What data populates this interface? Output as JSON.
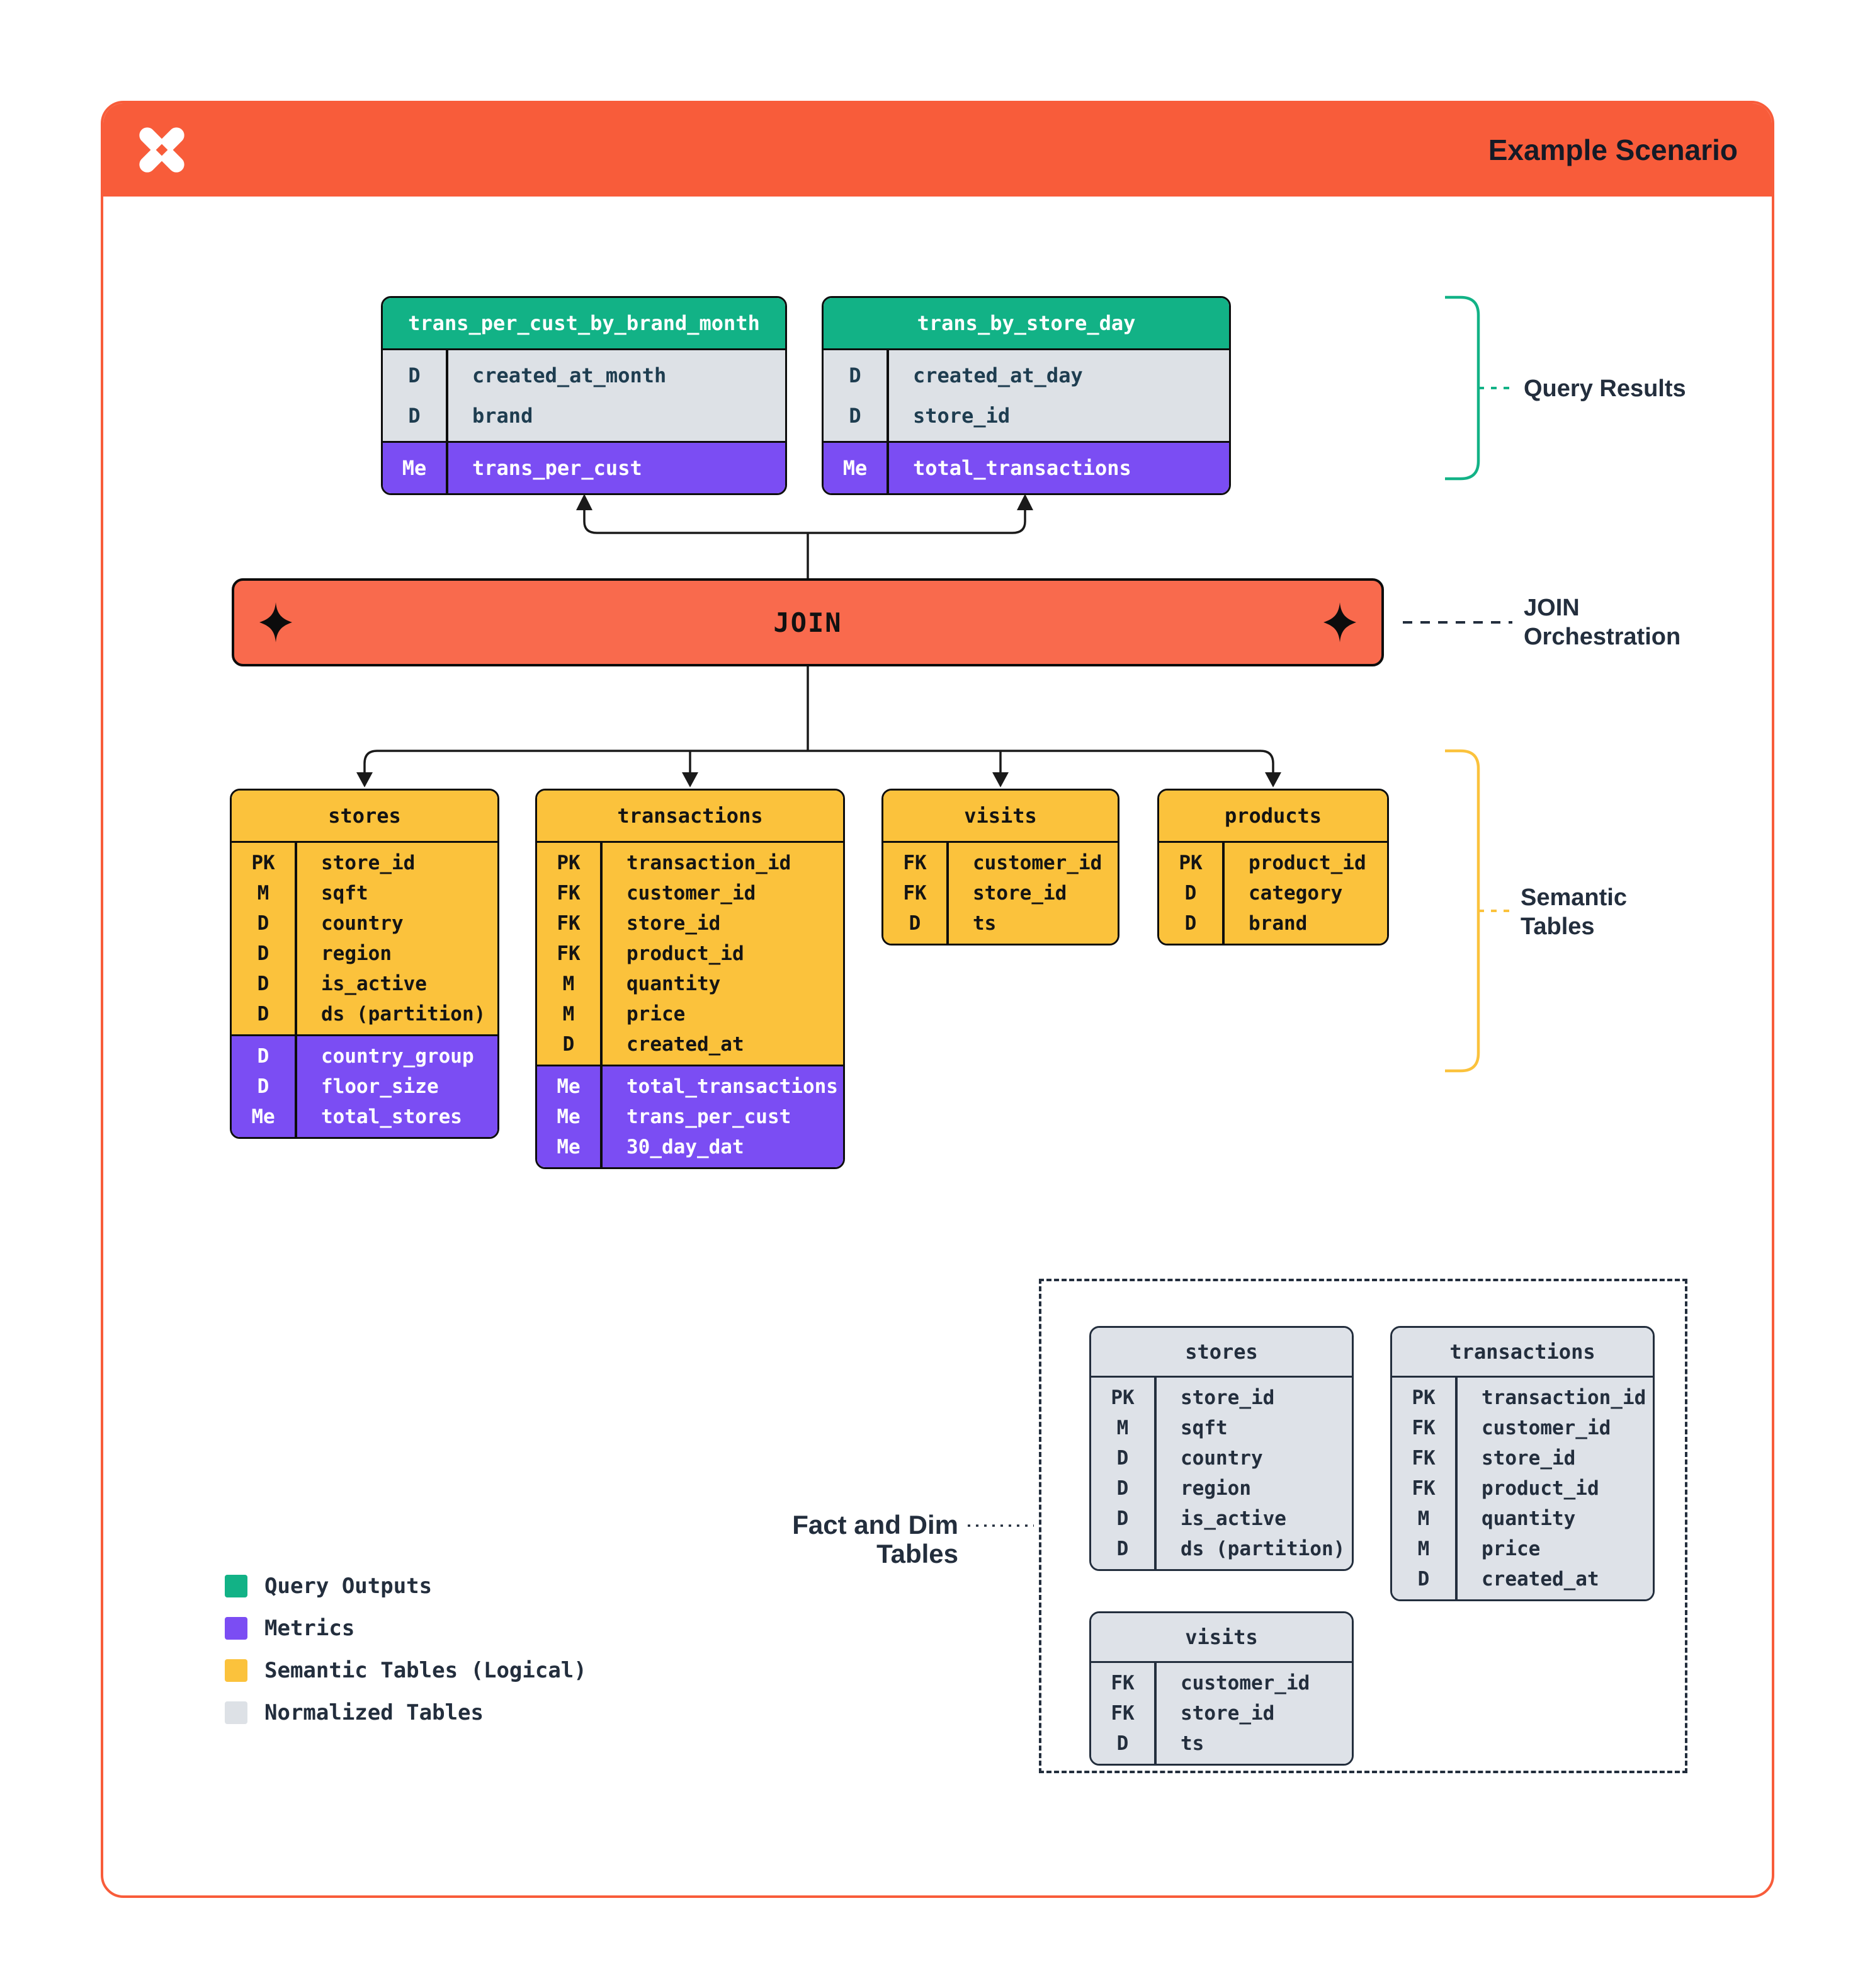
{
  "header": {
    "title": "Example Scenario"
  },
  "join": {
    "label": "JOIN"
  },
  "annotations": {
    "query_results": "Query Results",
    "join_orchestration": "JOIN Orchestration",
    "semantic_tables": "Semantic Tables",
    "fact_dim": "Fact and Dim Tables"
  },
  "tables": {
    "q1": {
      "title": "trans_per_cust_by_brand_month",
      "header_style": "green",
      "sections": [
        {
          "style": "gray",
          "rows": [
            [
              "D",
              "created_at_month"
            ],
            [
              "D",
              "brand"
            ]
          ]
        },
        {
          "style": "purple",
          "rows": [
            [
              "Me",
              "trans_per_cust"
            ]
          ]
        }
      ]
    },
    "q2": {
      "title": "trans_by_store_day",
      "header_style": "green",
      "sections": [
        {
          "style": "gray",
          "rows": [
            [
              "D",
              "created_at_day"
            ],
            [
              "D",
              "store_id"
            ]
          ]
        },
        {
          "style": "purple",
          "rows": [
            [
              "Me",
              "total_transactions"
            ]
          ]
        }
      ]
    },
    "stores": {
      "title": "stores",
      "header_style": "yellow",
      "sections": [
        {
          "style": "yellow",
          "rows": [
            [
              "PK",
              "store_id"
            ],
            [
              "M",
              "sqft"
            ],
            [
              "D",
              "country"
            ],
            [
              "D",
              "region"
            ],
            [
              "D",
              "is_active"
            ],
            [
              "D",
              "ds (partition)"
            ]
          ]
        },
        {
          "style": "purple",
          "rows": [
            [
              "D",
              "country_group"
            ],
            [
              "D",
              "floor_size"
            ],
            [
              "Me",
              "total_stores"
            ]
          ]
        }
      ]
    },
    "transactions": {
      "title": "transactions",
      "header_style": "yellow",
      "sections": [
        {
          "style": "yellow",
          "rows": [
            [
              "PK",
              "transaction_id"
            ],
            [
              "FK",
              "customer_id"
            ],
            [
              "FK",
              "store_id"
            ],
            [
              "FK",
              "product_id"
            ],
            [
              "M",
              "quantity"
            ],
            [
              "M",
              "price"
            ],
            [
              "D",
              "created_at"
            ]
          ]
        },
        {
          "style": "purple",
          "rows": [
            [
              "Me",
              "total_transactions"
            ],
            [
              "Me",
              "trans_per_cust"
            ],
            [
              "Me",
              "30_day_dat"
            ]
          ]
        }
      ]
    },
    "visits": {
      "title": "visits",
      "header_style": "yellow",
      "sections": [
        {
          "style": "yellow",
          "rows": [
            [
              "FK",
              "customer_id"
            ],
            [
              "FK",
              "store_id"
            ],
            [
              "D",
              "ts"
            ]
          ]
        }
      ]
    },
    "products": {
      "title": "products",
      "header_style": "yellow",
      "sections": [
        {
          "style": "yellow",
          "rows": [
            [
              "PK",
              "product_id"
            ],
            [
              "D",
              "category"
            ],
            [
              "D",
              "brand"
            ]
          ]
        }
      ]
    },
    "stores_norm": {
      "title": "stores",
      "header_style": "graynorm",
      "sections": [
        {
          "style": "graynorm",
          "rows": [
            [
              "PK",
              "store_id"
            ],
            [
              "M",
              "sqft"
            ],
            [
              "D",
              "country"
            ],
            [
              "D",
              "region"
            ],
            [
              "D",
              "is_active"
            ],
            [
              "D",
              "ds (partition)"
            ]
          ]
        }
      ]
    },
    "transactions_norm": {
      "title": "transactions",
      "header_style": "graynorm",
      "sections": [
        {
          "style": "graynorm",
          "rows": [
            [
              "PK",
              "transaction_id"
            ],
            [
              "FK",
              "customer_id"
            ],
            [
              "FK",
              "store_id"
            ],
            [
              "FK",
              "product_id"
            ],
            [
              "M",
              "quantity"
            ],
            [
              "M",
              "price"
            ],
            [
              "D",
              "created_at"
            ]
          ]
        }
      ]
    },
    "visits_norm": {
      "title": "visits",
      "header_style": "graynorm",
      "sections": [
        {
          "style": "graynorm",
          "rows": [
            [
              "FK",
              "customer_id"
            ],
            [
              "FK",
              "store_id"
            ],
            [
              "D",
              "ts"
            ]
          ]
        }
      ]
    }
  },
  "legend": {
    "items": [
      {
        "label": "Query Outputs",
        "color": "#12B286"
      },
      {
        "label": "Metrics",
        "color": "#7B4DF3"
      },
      {
        "label": "Semantic Tables (Logical)",
        "color": "#FBC23C"
      },
      {
        "label": "Normalized Tables",
        "color": "#DDE1E6"
      }
    ]
  },
  "colors": {
    "brand_orange": "#F85C3A",
    "join_orange": "#F96A4D",
    "query_green": "#12B286",
    "metric_purple": "#7B4DF3",
    "semantic_yellow": "#FBC23C",
    "normalized_gray": "#DDE1E6",
    "label_navy": "#232E3D"
  }
}
